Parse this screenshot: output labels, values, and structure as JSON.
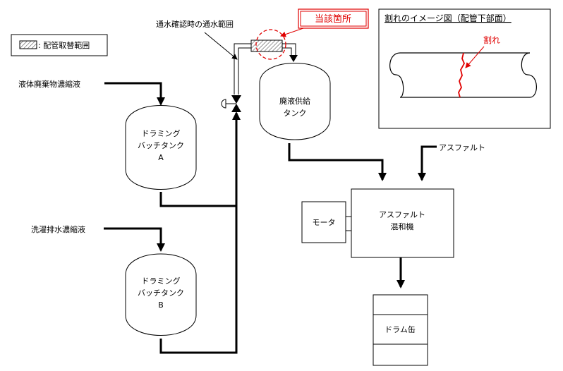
{
  "legend": {
    "label": ": 配管取替範囲"
  },
  "callout": {
    "water_range": "通水確認時の通水範囲",
    "affected_location": "当該箇所"
  },
  "inset": {
    "title": "割れのイメージ図（配管下部面）",
    "crack_label": "割れ"
  },
  "inputs": {
    "liquid_waste": "液体廃棄物濃縮液",
    "laundry_waste": "洗濯排水濃縮液",
    "asphalt": "アスファルト"
  },
  "tanks": {
    "drumming_a": [
      "ドラミング",
      "バッチタンク",
      "A"
    ],
    "drumming_b": [
      "ドラミング",
      "バッチタンク",
      "B"
    ],
    "waste_supply": [
      "廃液供給",
      "タンク"
    ]
  },
  "equipment": {
    "motor": "モータ",
    "mixer": [
      "アスファルト",
      "混和機"
    ],
    "drum": "ドラム缶"
  },
  "colors": {
    "line": "#000000",
    "highlight": "#e00000",
    "hatch_fill": "#d9d9d9"
  }
}
